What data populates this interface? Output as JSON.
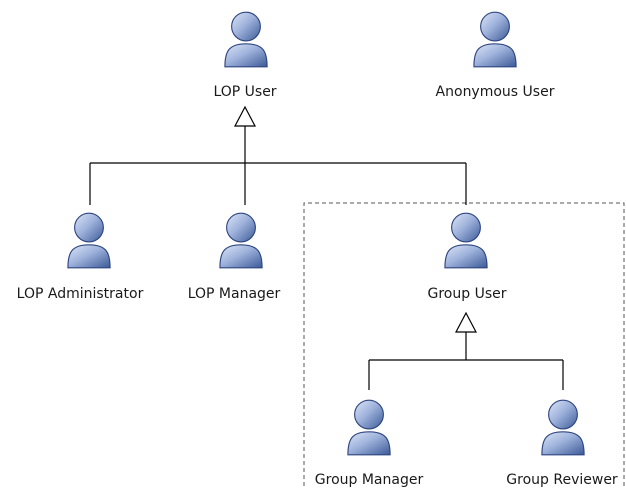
{
  "diagram": {
    "actors": {
      "lop_user": {
        "label": "LOP User",
        "icon": "user-icon"
      },
      "anonymous_user": {
        "label": "Anonymous User",
        "icon": "user-icon"
      },
      "lop_administrator": {
        "label": "LOP Administrator",
        "icon": "user-icon"
      },
      "lop_manager": {
        "label": "LOP Manager",
        "icon": "user-icon"
      },
      "group_user": {
        "label": "Group User",
        "icon": "user-icon"
      },
      "group_manager": {
        "label": "Group Manager",
        "icon": "user-icon"
      },
      "group_reviewer": {
        "label": "Group Reviewer",
        "icon": "user-icon"
      }
    },
    "generalizations": [
      {
        "parent": "lop_user",
        "children": [
          "lop_administrator",
          "lop_manager",
          "group_user"
        ]
      },
      {
        "parent": "group_user",
        "children": [
          "group_manager",
          "group_reviewer"
        ]
      }
    ],
    "boundary": {
      "style": "dashed",
      "contains": [
        "group_user",
        "group_manager",
        "group_reviewer"
      ]
    },
    "colors": {
      "icon_fill_light": "#b9c8e6",
      "icon_fill_dark": "#3c5a98",
      "icon_outline": "#2f4680",
      "line": "#000000",
      "boundary": "#555555",
      "label": "#1a1a1a"
    }
  }
}
